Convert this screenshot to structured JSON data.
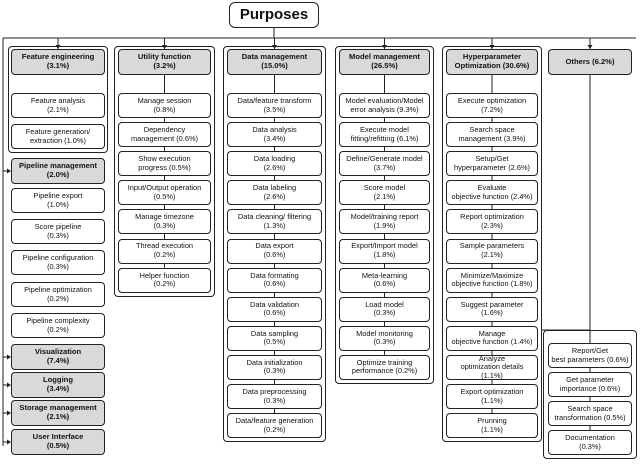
{
  "title": "Purposes",
  "columns": [
    {
      "key": "c1",
      "groups": [
        {
          "key": "fe",
          "header": "Feature engineering\n(3.1%)",
          "items": [
            "Feature analysis\n(2.1%)",
            "Feature generation/\nextraction (1.0%)"
          ]
        },
        {
          "key": "pm",
          "header": "Pipeline management\n(2.0%)",
          "items": [
            "Pipeline export\n(1.0%)",
            "Score pipeline\n(0.3%)",
            "Pipeline configuration\n(0.3%)",
            "Pipeline optimization\n(0.2%)",
            "Pipeline complexity\n(0.2%)"
          ]
        },
        {
          "key": "vis",
          "header": "Visualization\n(7.4%)",
          "items": []
        },
        {
          "key": "log",
          "header": "Logging\n(3.4%)",
          "items": []
        },
        {
          "key": "sto",
          "header": "Storage management\n(2.1%)",
          "items": []
        },
        {
          "key": "ui",
          "header": "User Interface\n(0.5%)",
          "items": []
        }
      ]
    },
    {
      "key": "c2",
      "groups": [
        {
          "key": "uf",
          "header": "Utility function\n(3.2%)",
          "items": [
            "Manage session\n(0.8%)",
            "Dependency\nmanagement (0.6%)",
            "Show execution\nprogress (0.5%)",
            "Input/Output operation\n(0.5%)",
            "Manage timezone\n(0.3%)",
            "Thread execution\n(0.2%)",
            "Helper function\n(0.2%)"
          ]
        }
      ]
    },
    {
      "key": "c3",
      "groups": [
        {
          "key": "dm",
          "header": "Data management\n(15.0%)",
          "items": [
            "Data/feature transform\n(3.5%)",
            "Data analysis\n(3.4%)",
            "Data loading\n(2.6%)",
            "Data labeling\n(2.6%)",
            "Data cleaning/ filtering\n(1.3%)",
            "Data export\n(0.6%)",
            "Data formating\n(0.6%)",
            "Data validation\n(0.6%)",
            "Data sampling\n(0.5%)",
            "Data initialization\n(0.3%)",
            "Data preprocessing\n(0.3%)",
            "Data/feature generation\n(0.2%)"
          ]
        }
      ]
    },
    {
      "key": "c4",
      "groups": [
        {
          "key": "mm",
          "header": "Model management\n(26.5%)",
          "items": [
            "Model evaluation/Model\nerror analysis (9.3%)",
            "Execute model\nfitting/refitting (6.1%)",
            "Define/Generate model\n(3.7%)",
            "Score model\n(2.1%)",
            "Model/training report\n(1.9%)",
            "Export/Import model\n(1.8%)",
            "Meta-learning\n(0.6%)",
            "Load model\n(0.3%)",
            "Model monitoring\n(0.3%)",
            "Optimize training\nperformance (0.2%)"
          ]
        }
      ]
    },
    {
      "key": "c5",
      "groups": [
        {
          "key": "hp",
          "header": "Hyperparameter\nOptimization (30.6%)",
          "items": [
            "Execute optimization\n(7.2%)",
            "Search space\nmanagement (3.9%)",
            "Setup/Get\nhyperparameter (2.6%)",
            "Evaluate\nobjective function (2.4%)",
            "Report optimization\n(2.3%)",
            "Sample parameters\n(2.1%)",
            "Minimize/Maximize\nobjective function (1.8%)",
            "Suggest parameter\n(1.6%)",
            "Manage\nobjective function (1.4%)",
            "Analyze\noptimization details (1.1%)",
            "Export optimization\n(1.1%)",
            "Prunning\n(1.1%)"
          ]
        }
      ]
    },
    {
      "key": "c6",
      "groups": [
        {
          "key": "ot",
          "header": "Others (6.2%)",
          "items": [
            "Report/Get\nbest parameters (0.6%)",
            "Get parameter\nimportance (0.6%)",
            "Search space\ntransformation (0.5%)",
            "Documentation\n(0.3%)"
          ]
        }
      ]
    }
  ]
}
